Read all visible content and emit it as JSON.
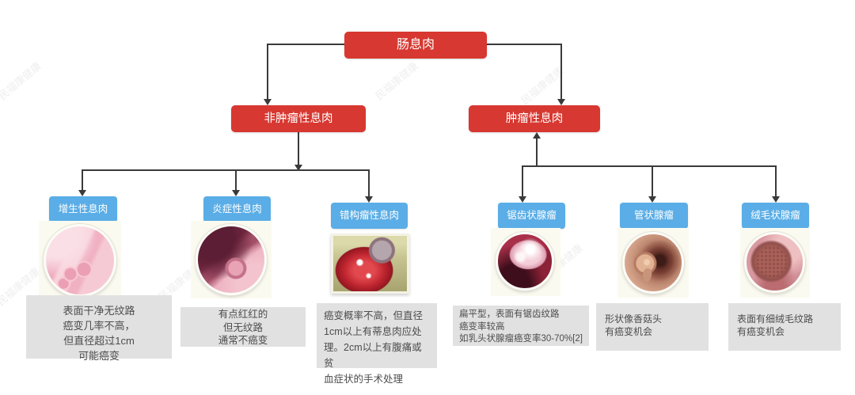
{
  "root": {
    "label": "肠息肉"
  },
  "branches": [
    {
      "label": "非肿瘤性息肉"
    },
    {
      "label": "肿瘤性息肉"
    }
  ],
  "nodes": [
    {
      "label": "增生性息肉",
      "desc": "表面干净无纹路\n癌变几率不高，\n但直径超过1cm\n可能癌变",
      "image": "pink-smooth-polyp-illustration"
    },
    {
      "label": "炎症性息肉",
      "desc": "有点红红的\n但无纹路\n通常不癌变",
      "image": "inflamed-polyp-illustration"
    },
    {
      "label": "错构瘤性息肉",
      "desc": "癌变概率不高，但直径\n1cm以上有蒂息肉应处\n理。2cm以上有腹痛或贫\n血症状的手术处理",
      "image": "hamartomatous-polyp-photo"
    },
    {
      "label": "锯齿状腺瘤",
      "desc": "扁平型，表面有锯齿纹路\n癌变率较高\n如乳头状腺瘤癌变率30-70%[2]",
      "image": "serrated-adenoma-endoscopy"
    },
    {
      "label": "管状腺瘤",
      "desc": "形状像香菇头\n有癌变机会",
      "image": "tubular-adenoma-illustration"
    },
    {
      "label": "绒毛状腺瘤",
      "desc": "表面有细绒毛纹路\n有癌变机会",
      "image": "villous-adenoma-illustration"
    }
  ],
  "watermark": "民福康健康",
  "colors": {
    "node_red": "#d73831",
    "node_blue": "#5aade6",
    "desc_bg": "#e1e1e1",
    "line": "#3a3a3a"
  }
}
